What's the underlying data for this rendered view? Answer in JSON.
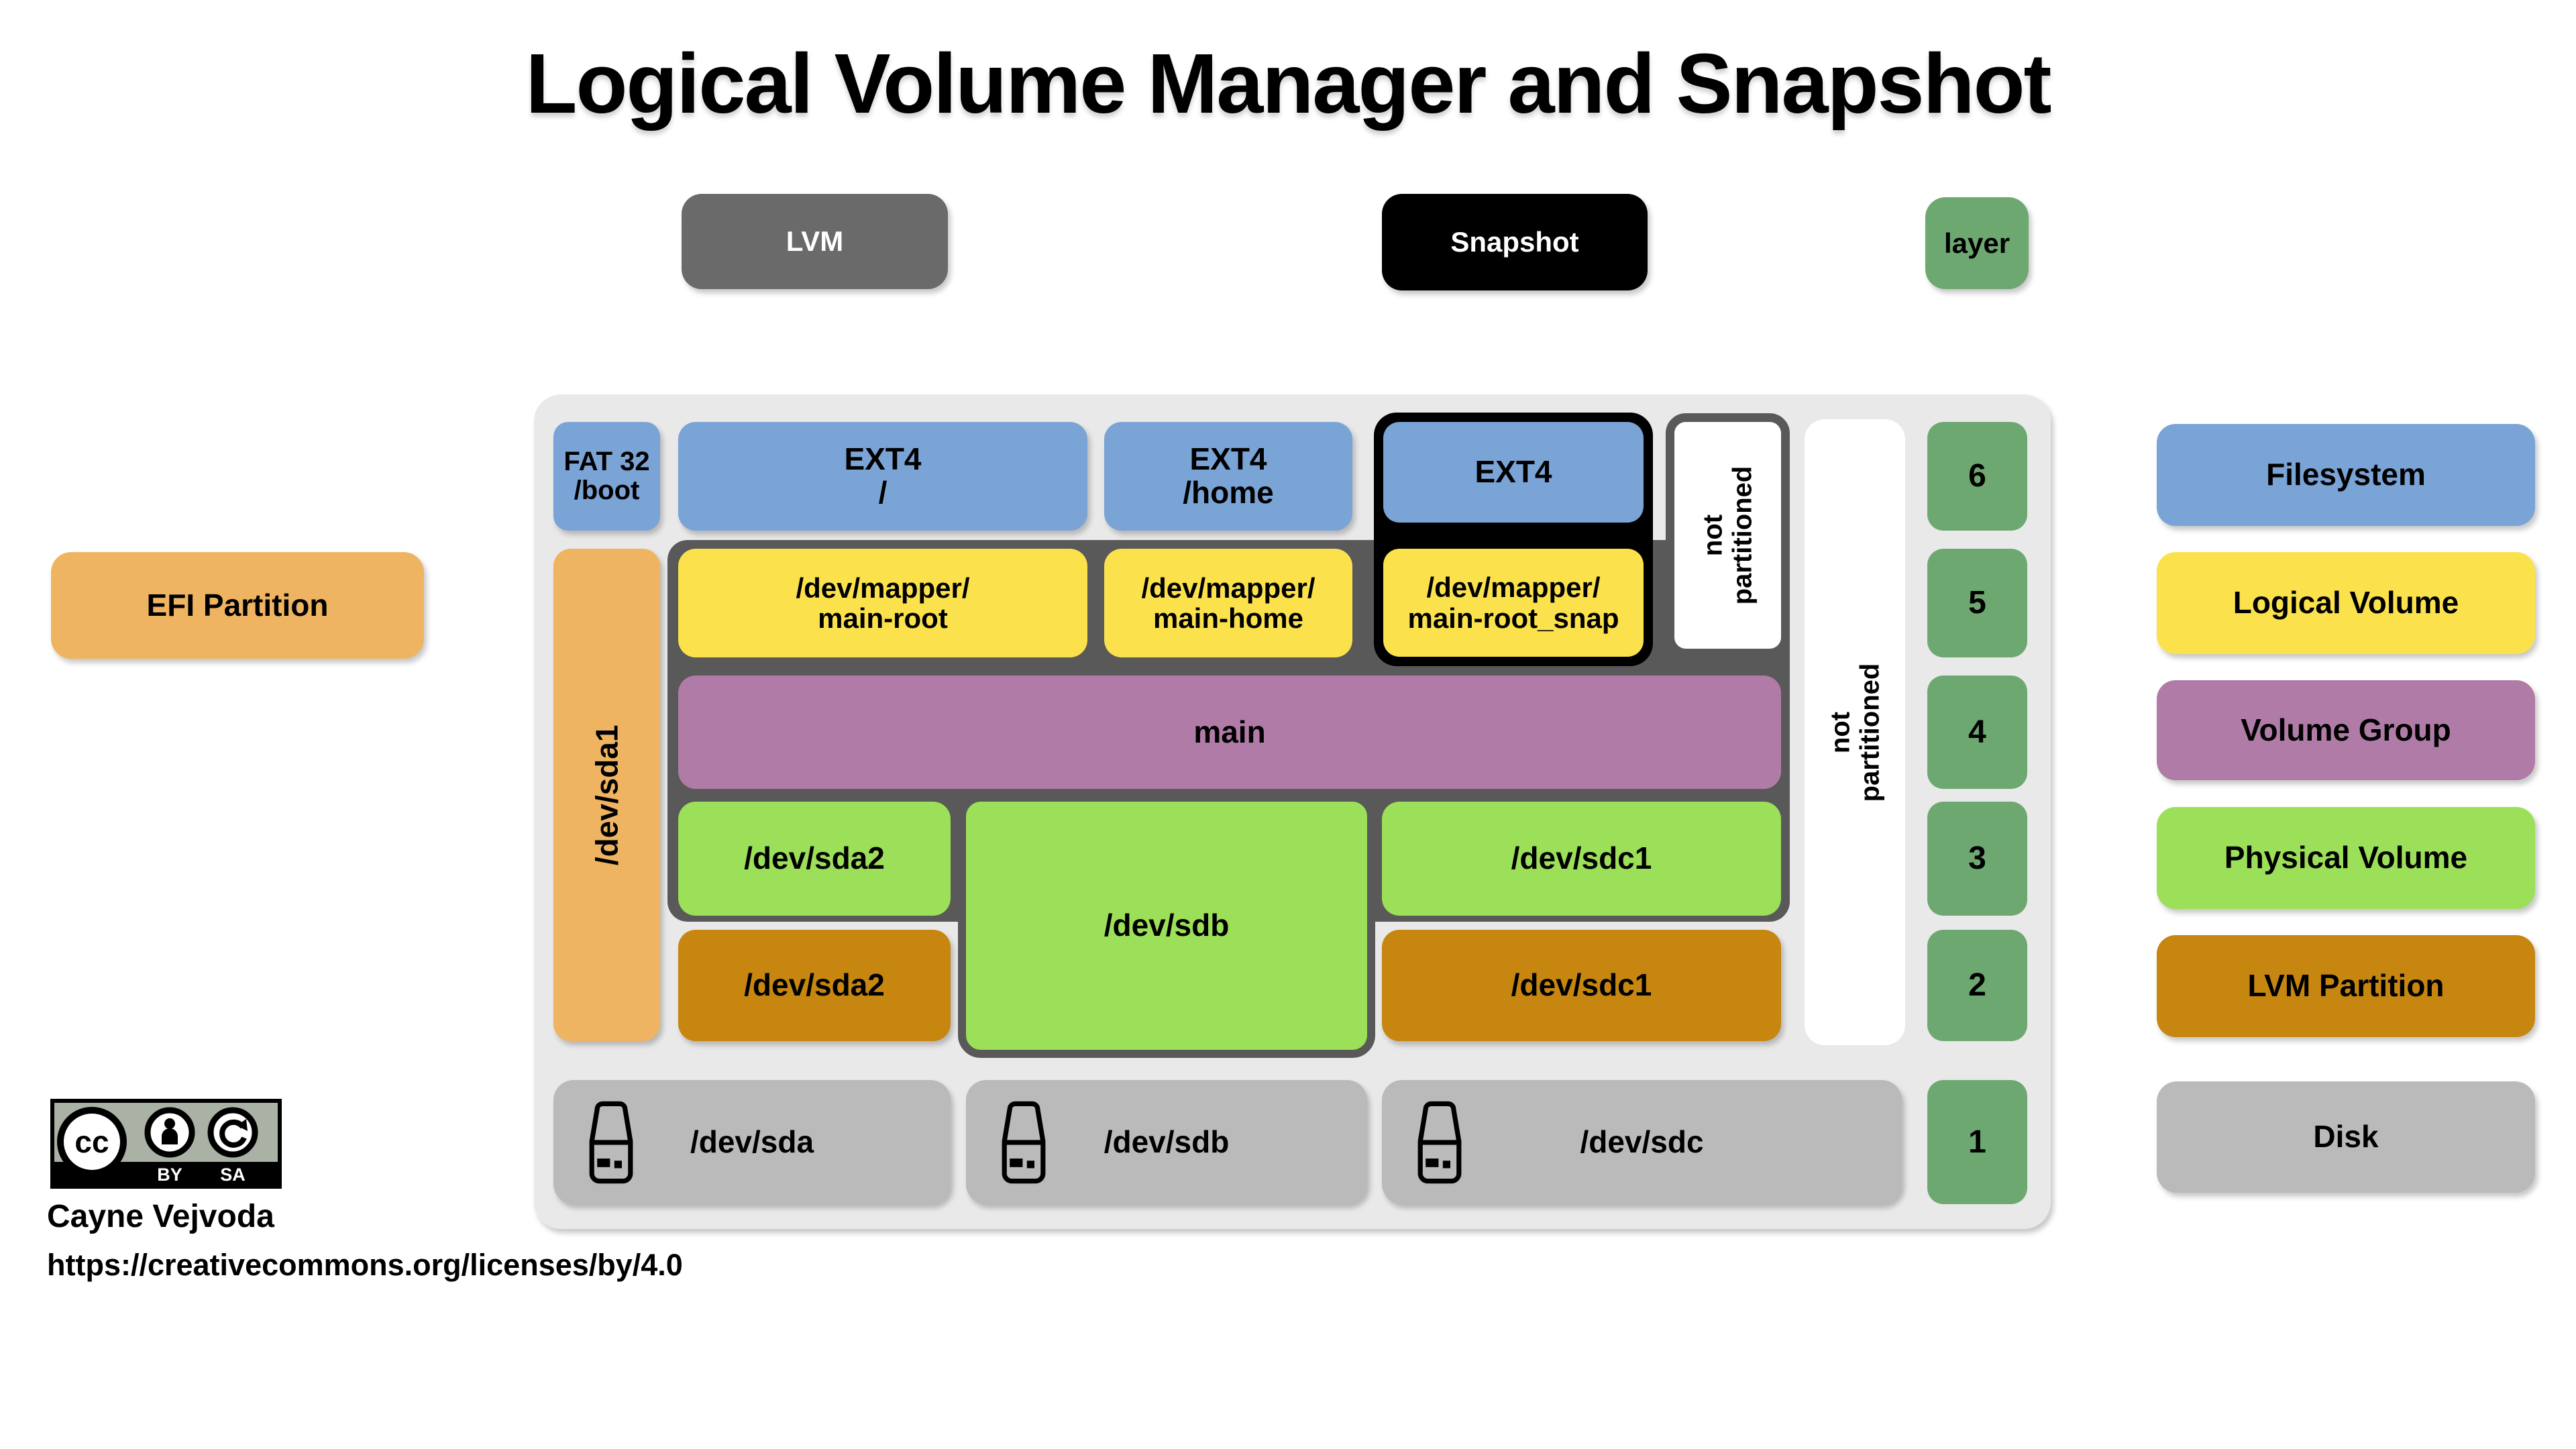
{
  "title": "Logical Volume Manager and Snapshot",
  "buttons": {
    "lvm": "LVM",
    "snapshot": "Snapshot",
    "layer": "layer"
  },
  "efi_partition_label": "EFI Partition",
  "diagram": {
    "filesystems": {
      "fat32_boot": "FAT 32\n/boot",
      "ext4_root": "EXT4\n/",
      "ext4_home": "EXT4\n/home",
      "ext4_snapshot": "EXT4"
    },
    "logical_volumes": {
      "main_root": "/dev/mapper/\nmain-root",
      "main_home": "/dev/mapper/\nmain-home",
      "main_root_snap": "/dev/mapper/\nmain-root_snap"
    },
    "volume_group": "main",
    "physical_volumes": {
      "sda2": "/dev/sda2",
      "sdb": "/dev/sdb",
      "sdc1": "/dev/sdc1"
    },
    "lvm_partitions": {
      "sda2": "/dev/sda2",
      "sdc1": "/dev/sdc1"
    },
    "efi_partition_column": "/dev/sda1",
    "not_partitioned_upper": "not\npartitioned",
    "not_partitioned_right": "not\npartitioned",
    "disks": {
      "sda": "/dev/sda",
      "sdb": "/dev/sdb",
      "sdc": "/dev/sdc"
    }
  },
  "layers": [
    "6",
    "5",
    "4",
    "3",
    "2",
    "1"
  ],
  "legend": [
    {
      "label": "Filesystem",
      "color": "#7aa3d6"
    },
    {
      "label": "Logical Volume",
      "color": "#fbe24d"
    },
    {
      "label": "Volume Group",
      "color": "#b07ca7"
    },
    {
      "label": "Physical Volume",
      "color": "#9cdf58"
    },
    {
      "label": "LVM Partition",
      "color": "#c6860f"
    },
    {
      "label": "Disk",
      "color": "#bababa"
    }
  ],
  "colors": {
    "filesystem": "#7aa3d6",
    "logical_volume": "#fbe24d",
    "volume_group": "#b07ca7",
    "physical_volume": "#9cdf58",
    "lvm_partition": "#c6860f",
    "disk": "#bababa",
    "layer": "#6ea871",
    "efi": "#efb462",
    "lvm_group": "#595959",
    "snapshot": "#000000",
    "canvas": "#e9e9e9",
    "lvm_button": "#6a6a6a"
  },
  "credit": {
    "badge_cc": "cc",
    "badge_by": "BY",
    "badge_sa": "SA",
    "author": "Cayne Vejvoda",
    "license_url": "https://creativecommons.org/licenses/by/4.0"
  }
}
